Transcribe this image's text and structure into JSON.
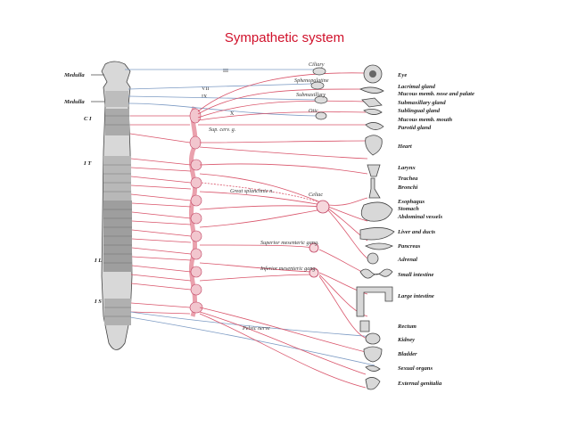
{
  "title": "Sympathetic system",
  "diagram": {
    "spine_labels": {
      "upper": "Medulla",
      "lower_mid": "Medulla",
      "c1": "C I",
      "t1": "I T",
      "l1": "I L",
      "s1": "I S"
    },
    "cranial_codes": [
      "III",
      "VII",
      "IX",
      "X"
    ],
    "ganglia_labels": {
      "ciliary": "Ciliary",
      "sphenopalatine": "Sphenopalatine",
      "submaxillary": "Submaxillary",
      "otic": "Otic",
      "sup_cerv": "Sup. cerv. g.",
      "great_splanchnic": "Great splanchnic n.",
      "celiac": "Celiac",
      "sup_mesenteric": "Superior mesenteric gang.",
      "inf_mesenteric": "Inferior mesenteric gang.",
      "pelvic": "Pelvic nerve"
    },
    "organs": [
      "Eye",
      "Lacrimal gland",
      "Mucous memb. nose and palate",
      "Submaxillary gland",
      "Sublingual gland",
      "Mucous memb. mouth",
      "Parotid gland",
      "Heart",
      "Larynx",
      "Trachea",
      "Bronchi",
      "Esophagus",
      "Stomach",
      "Abdominal vessels",
      "Liver and ducts",
      "Pancreas",
      "Adrenal",
      "Small intestine",
      "Large intestine",
      "Rectum",
      "Kidney",
      "Bladder",
      "Sexual organs",
      "External genitalia"
    ]
  }
}
